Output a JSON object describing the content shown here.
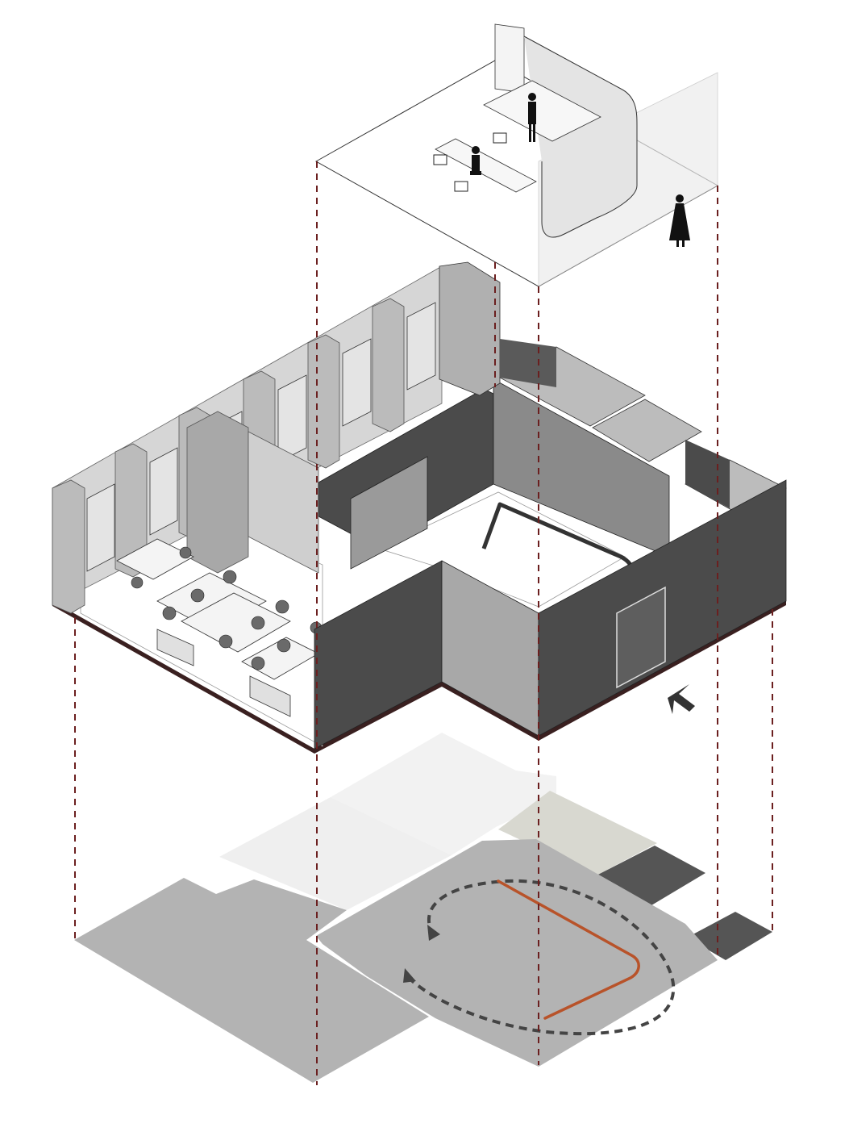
{
  "diagram": {
    "type": "exploded-axonometric-floor-plan",
    "layers": [
      "detail-module",
      "floor-model",
      "zoning-plan"
    ],
    "colors": {
      "background": "#ffffff",
      "guide_line": "#6b1f1f",
      "counter_path": "#b8532a",
      "circulation_path": "#444444",
      "wall_dark": "#4b4b4b",
      "wall_mid": "#8a8a8a",
      "wall_light": "#c6c6c6",
      "zone_mid": "#b3b3b3",
      "zone_light": "#efefef",
      "zone_beige": "#d8d8d0",
      "zone_dark": "#555555"
    },
    "icons": [
      "entrance-arrow-icon",
      "person-figure-icon",
      "chair-icon",
      "desk-icon"
    ]
  }
}
